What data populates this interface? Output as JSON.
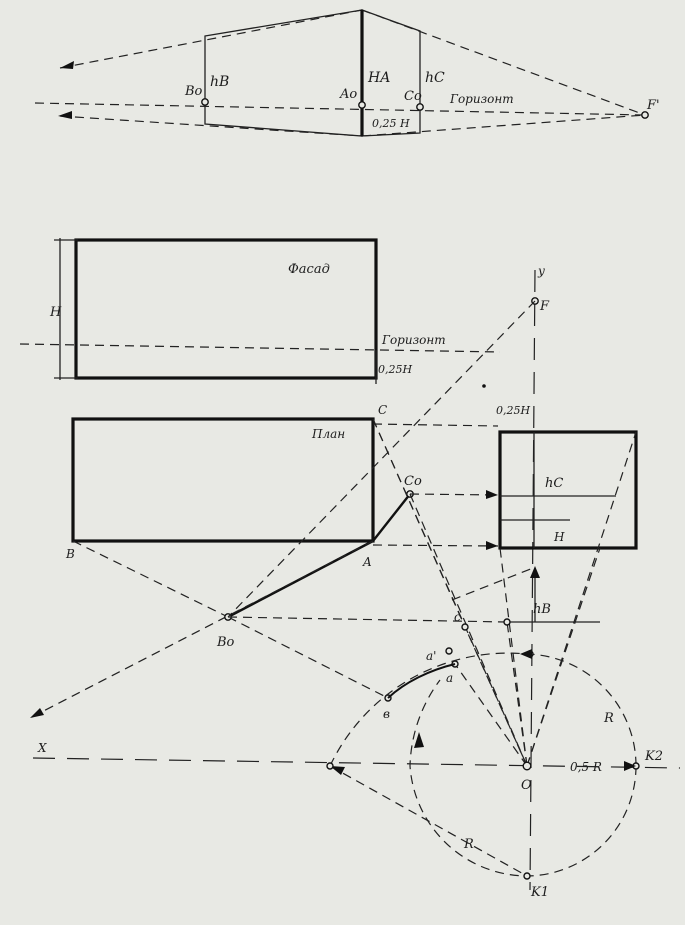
{
  "labels": {
    "bo_top": "Bo",
    "hb_top": "hB",
    "ao_top": "Ao",
    "ha_top": "HA",
    "co_top": "Co",
    "hc_top": "hC",
    "horizon_top": "Горизонт",
    "quarter_h_top": "0,25 H",
    "f_top": "F'",
    "facade": "Фасад",
    "h_left": "H",
    "horizon_mid": "Горизонт",
    "quarter_h_mid": "0,25H",
    "plan": "План",
    "c_plan": "C",
    "b_plan": "B",
    "a_plan": "A",
    "co_plan": "Co",
    "bo_plan": "Bo",
    "y_axis": "y",
    "f_point": "F",
    "quarter_h_right": "0,25H",
    "hc_right": "hC",
    "h_right": "H",
    "hb_right": "hB",
    "c_small": "c",
    "alpha_prime": "a'",
    "alpha": "a",
    "b_small": "в",
    "r_upper": "R",
    "r_lower": "R",
    "x_axis": "X",
    "o_point": "O",
    "half_r": "0,5 R",
    "k2": "K2",
    "k1": "K1"
  }
}
